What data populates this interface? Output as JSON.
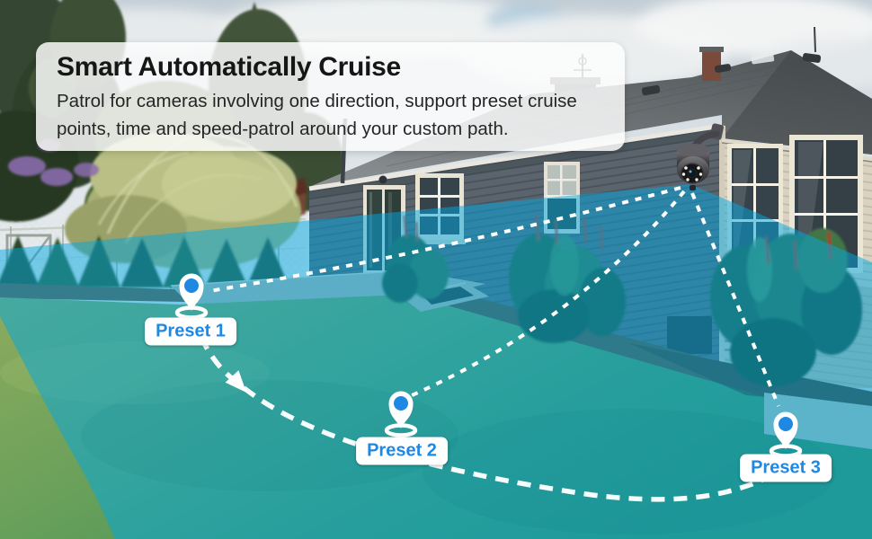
{
  "title_card": {
    "title": "Smart Automatically Cruise",
    "subtitle_line1": "Patrol for cameras involving one direction, support preset cruise",
    "subtitle_line2": "points, time and speed-patrol around your custom path."
  },
  "presets": [
    {
      "label": "Preset 1"
    },
    {
      "label": "Preset 2"
    },
    {
      "label": "Preset 3"
    }
  ],
  "colors": {
    "accent_blue": "#1e88e2",
    "fov_overlay_blue": "#00a7e1",
    "route_white": "#ffffff",
    "label_bg": "#ffffff",
    "title_text": "#161616"
  }
}
